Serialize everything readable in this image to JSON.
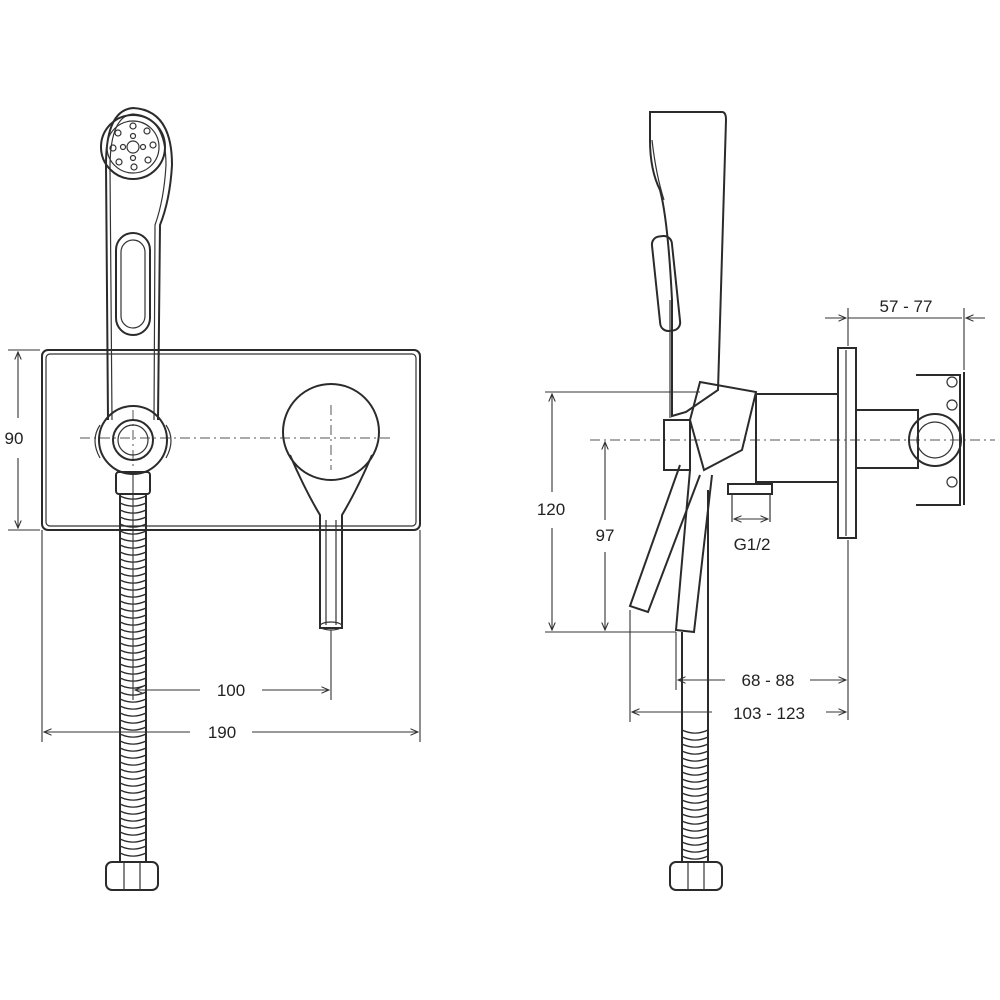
{
  "front_view": {
    "dims": {
      "height": "90",
      "axis_spacing": "100",
      "width": "190"
    }
  },
  "side_view": {
    "dims": {
      "height_total": "120",
      "height_axis": "97",
      "depth_top": "57 - 77",
      "thread": "G1/2",
      "depth_mid": "68 - 88",
      "depth_total": "103 - 123"
    }
  },
  "colors": {
    "line": "#2b2b2b",
    "background": "#ffffff"
  }
}
